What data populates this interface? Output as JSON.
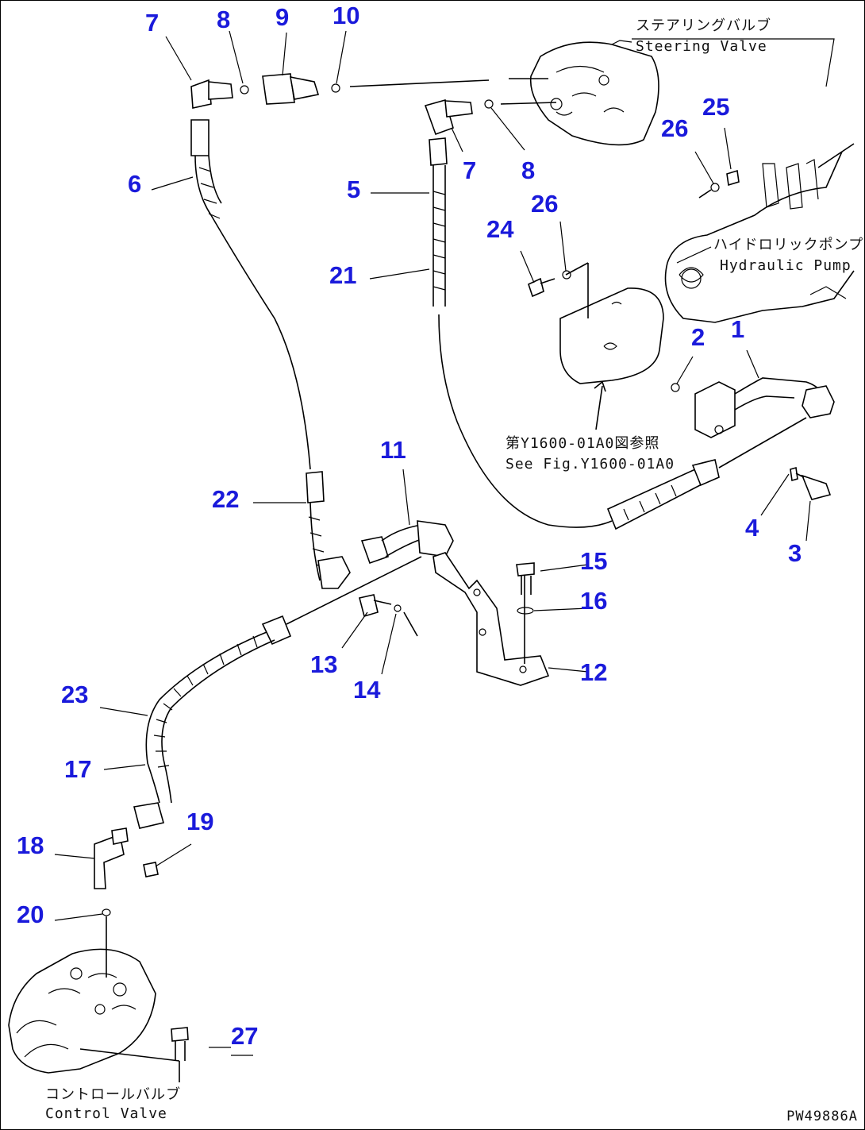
{
  "colors": {
    "callout": "#1a1adb",
    "line": "#000000",
    "background": "#ffffff"
  },
  "callouts": {
    "c1": "1",
    "c2": "2",
    "c3": "3",
    "c4": "4",
    "c5": "5",
    "c6": "6",
    "c7a": "7",
    "c7b": "7",
    "c8a": "8",
    "c8b": "8",
    "c9": "9",
    "c10": "10",
    "c11": "11",
    "c12": "12",
    "c13": "13",
    "c14": "14",
    "c15": "15",
    "c16": "16",
    "c17": "17",
    "c18": "18",
    "c19": "19",
    "c20": "20",
    "c21": "21",
    "c22": "22",
    "c23": "23",
    "c24": "24",
    "c25": "25",
    "c26a": "26",
    "c26b": "26",
    "c27": "27"
  },
  "labels": {
    "steering_jp": "ステアリングバルブ",
    "steering_en": "Steering Valve",
    "pump_jp": "ハイドロリックポンプ",
    "pump_en": "Hydraulic Pump",
    "ref_jp": "第Y1600-01A0図参照",
    "ref_en": "See Fig.Y1600-01A0",
    "control_jp": "コントロールバルブ",
    "control_en": "Control Valve"
  },
  "drawing_code": "PW49886A"
}
